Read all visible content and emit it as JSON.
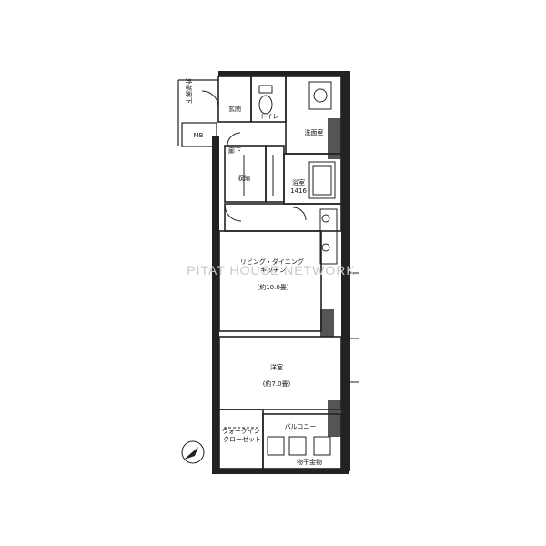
{
  "watermark": "PITAT HOUSE NETWORK",
  "rooms": {
    "hall_side": "外部廊下",
    "mb": "MB",
    "entrance": "玄関",
    "toilet": "トイレ",
    "washroom": "洗面室",
    "corridor": "廊下",
    "storage": "収納",
    "bath": "浴室",
    "bath_size": "1416",
    "living": "リビング・ダイニング\nキッチン",
    "living_size": "(約10.0畳)",
    "western": "洋室",
    "western_size": "(約7.0畳)",
    "balcony": "バルコニー",
    "closet": "ウォークイン\nクローゼット",
    "shelf": "物干金物"
  }
}
